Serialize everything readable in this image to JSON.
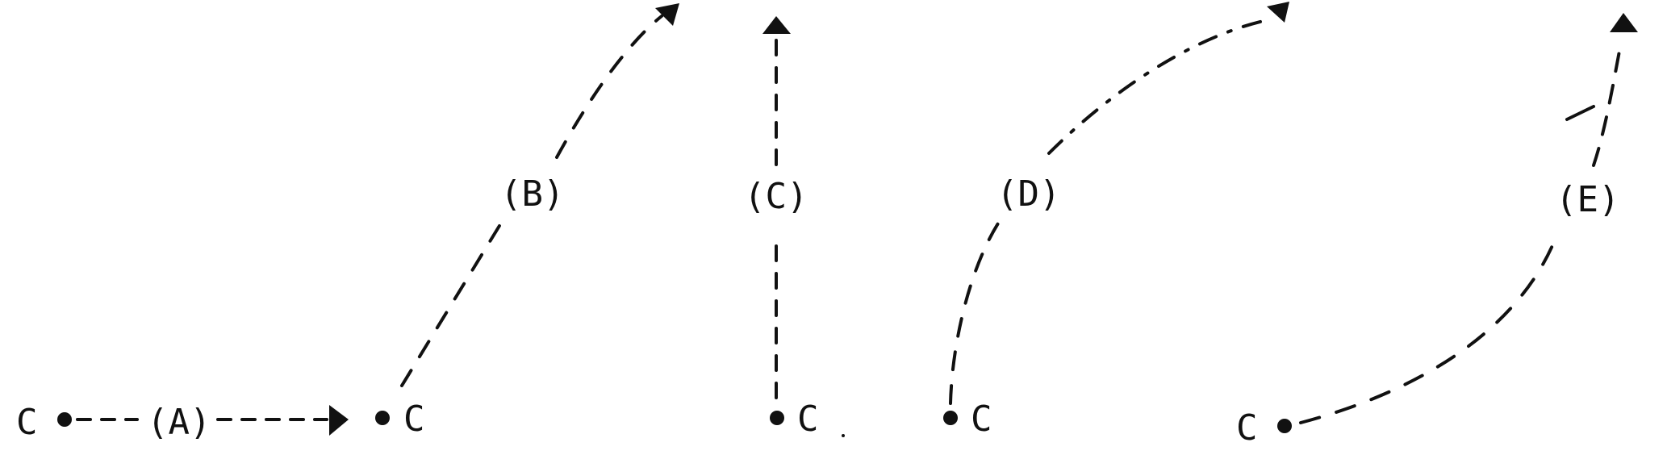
{
  "diagram": {
    "point_label": "C",
    "paths": [
      {
        "id": "A",
        "label": "(A)"
      },
      {
        "id": "B",
        "label": "(B)"
      },
      {
        "id": "C",
        "label": "(C)"
      },
      {
        "id": "D",
        "label": "(D)"
      },
      {
        "id": "E",
        "label": "(E)"
      }
    ],
    "colors": {
      "ink": "#111111",
      "background": "#ffffff"
    }
  }
}
